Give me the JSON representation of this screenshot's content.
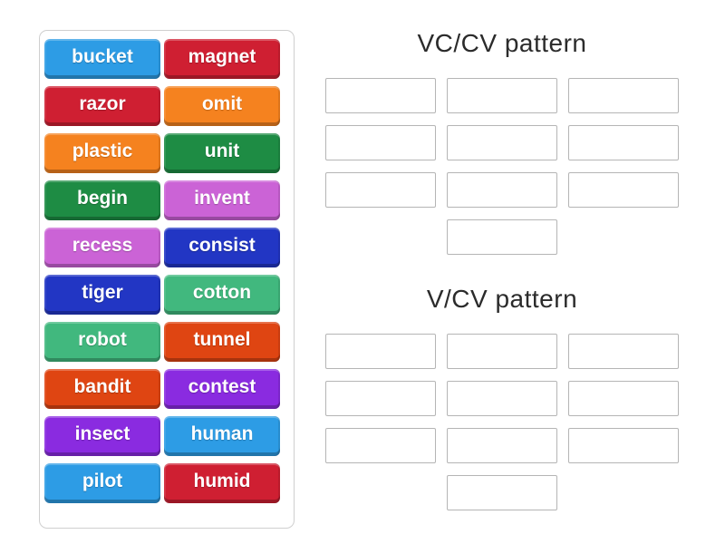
{
  "activity": {
    "kind": "group-sort",
    "background_color": "#ffffff"
  },
  "palette": {
    "blue": "#2D9CE5",
    "crimson": "#CF1F32",
    "orange": "#F5821F",
    "green": "#1E8C44",
    "orchid": "#CB63D6",
    "royal_blue": "#2236C4",
    "sea_green": "#41B87E",
    "orange_red": "#DF4512",
    "purple": "#8A2BE0"
  },
  "word_bank": {
    "words": [
      {
        "label": "bucket",
        "color": "blue"
      },
      {
        "label": "magnet",
        "color": "crimson"
      },
      {
        "label": "razor",
        "color": "crimson"
      },
      {
        "label": "omit",
        "color": "orange"
      },
      {
        "label": "plastic",
        "color": "orange"
      },
      {
        "label": "unit",
        "color": "green"
      },
      {
        "label": "begin",
        "color": "green"
      },
      {
        "label": "invent",
        "color": "orchid"
      },
      {
        "label": "recess",
        "color": "orchid"
      },
      {
        "label": "consist",
        "color": "royal_blue"
      },
      {
        "label": "tiger",
        "color": "royal_blue"
      },
      {
        "label": "cotton",
        "color": "sea_green"
      },
      {
        "label": "robot",
        "color": "sea_green"
      },
      {
        "label": "tunnel",
        "color": "orange_red"
      },
      {
        "label": "bandit",
        "color": "orange_red"
      },
      {
        "label": "contest",
        "color": "purple"
      },
      {
        "label": "insect",
        "color": "purple"
      },
      {
        "label": "human",
        "color": "blue"
      },
      {
        "label": "pilot",
        "color": "blue"
      },
      {
        "label": "humid",
        "color": "crimson"
      }
    ]
  },
  "groups": [
    {
      "title": "VC/CV pattern",
      "slot_count": 10
    },
    {
      "title": "V/CV pattern",
      "slot_count": 10
    }
  ],
  "slot_style": {
    "border_color": "#b5b5b5",
    "fill_color": "#ffffff"
  }
}
